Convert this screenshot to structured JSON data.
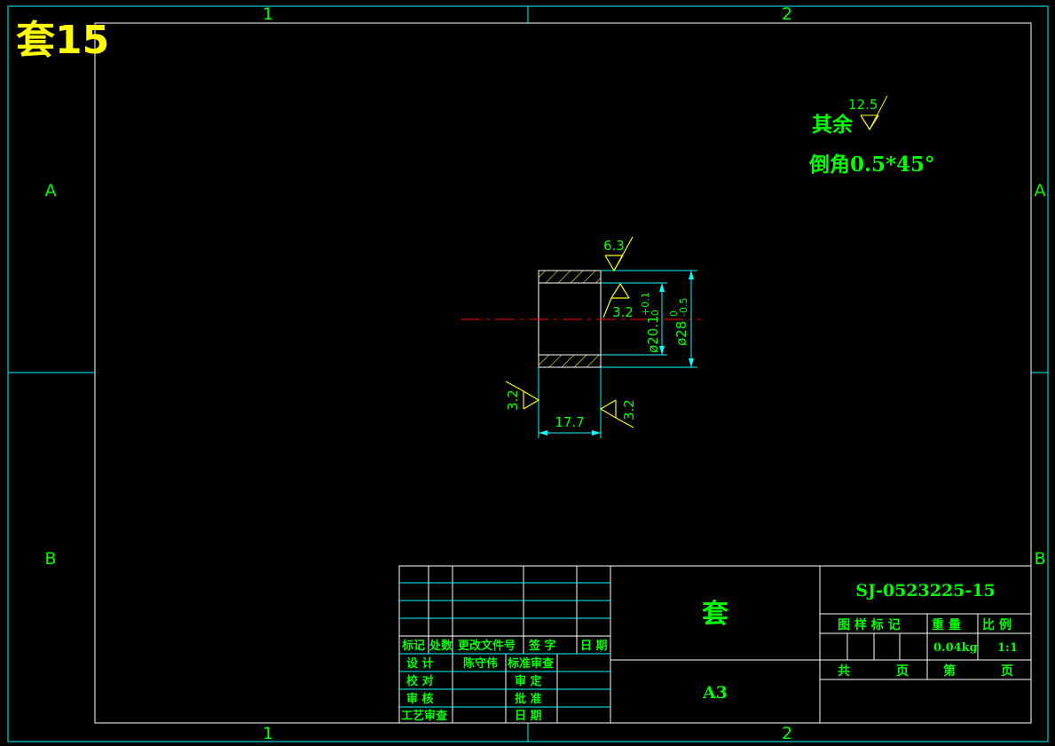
{
  "drawing_label": "套15",
  "zones": {
    "top": [
      "1",
      "2"
    ],
    "bottom": [
      "1",
      "2"
    ],
    "left": [
      "A",
      "B"
    ],
    "right": [
      "A",
      "B"
    ]
  },
  "notes": {
    "other_prefix": "其余",
    "other_roughness": "12.5",
    "chamfer": "倒角0.5*45°"
  },
  "part": {
    "roughness_top": "6.3",
    "roughness_bore": "3.2",
    "roughness_left": "3.2",
    "roughness_right": "3.2",
    "length": "17.7",
    "bore_dia": "ø20.1",
    "bore_tol_upper": "+0.1",
    "bore_tol_lower": "0",
    "outer_dia": "ø28",
    "outer_tol_upper": "0",
    "outer_tol_lower": "-0.5"
  },
  "title_block": {
    "rev_header": [
      "标记",
      "处数",
      "更改文件号",
      "签  字",
      "日  期"
    ],
    "row_design": "设  计",
    "designer": "陈守伟",
    "std_check": "标准审查",
    "row_check": "校  对",
    "approve_label": "审  定",
    "row_review": "审  核",
    "ratify_label": "批  准",
    "row_process": "工艺审查",
    "date_label": "日  期",
    "part_name": "套",
    "sheet_size": "A3",
    "drawing_no": "SJ-0523225-15",
    "col_sample": "图 样 标 记",
    "col_weight": "重  量",
    "col_scale": "比  例",
    "weight": "0.04kg",
    "scale": "1:1",
    "total_label": "共",
    "page_label": "页",
    "sheet_label": "第",
    "page_label2": "页"
  },
  "colors": {
    "background": "#000000",
    "border": "#00ffff",
    "text": "#00ff00",
    "roughness": "#ffff00",
    "centerline": "#ff0000",
    "label": "#ffff00"
  }
}
